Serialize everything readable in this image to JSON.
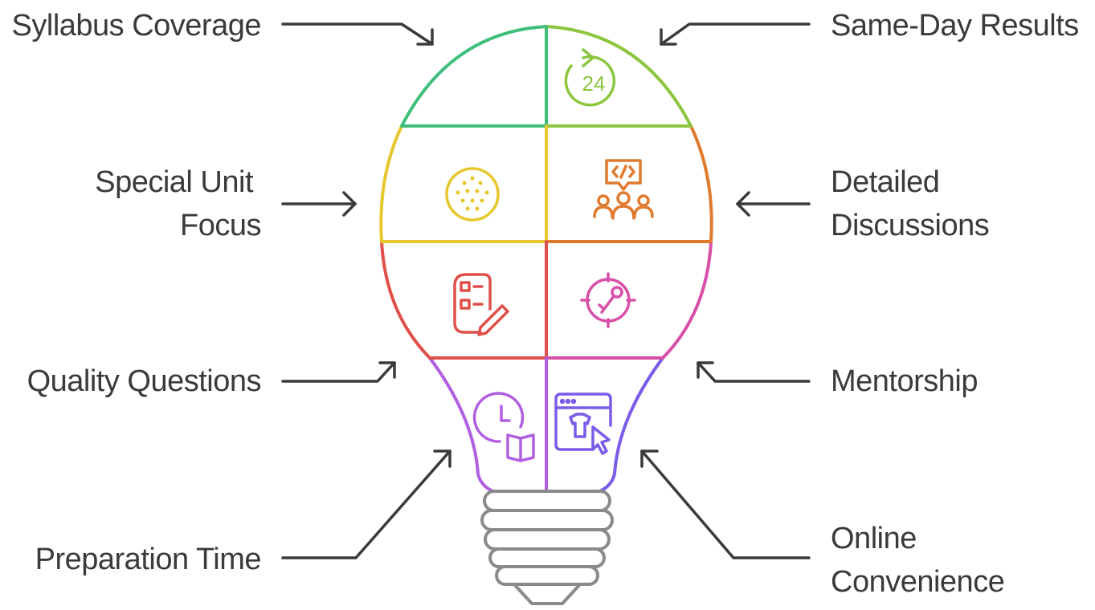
{
  "labels": {
    "syllabus_coverage": "Syllabus Coverage",
    "same_day_results": "Same-Day Results",
    "special_unit_focus_1": "Special Unit",
    "special_unit_focus_2": "Focus",
    "detailed_discussions_1": "Detailed",
    "detailed_discussions_2": "Discussions",
    "quality_questions": "Quality Questions",
    "mentorship": "Mentorship",
    "preparation_time": "Preparation Time",
    "online_convenience_1": "Online",
    "online_convenience_2": "Convenience"
  },
  "icon_text": {
    "clock_24": "24"
  },
  "icons": [
    "rotate-24-icon",
    "dots-circle-icon",
    "code-team-icon",
    "checklist-pencil-icon",
    "target-icon",
    "clock-book-icon",
    "browser-cursor-icon",
    "lightbulb-base-icon"
  ],
  "colors": {
    "text": "#3a3a3a",
    "arrow": "#3a3a3a",
    "green": "#3fbf7a",
    "lime": "#8cc63f",
    "yellow": "#e6c72e",
    "orange": "#e07a2e",
    "red": "#e0504a",
    "magenta": "#d84fa8",
    "purple": "#b060e0",
    "violet": "#7a5ce8",
    "base": "#8a8a8a"
  }
}
